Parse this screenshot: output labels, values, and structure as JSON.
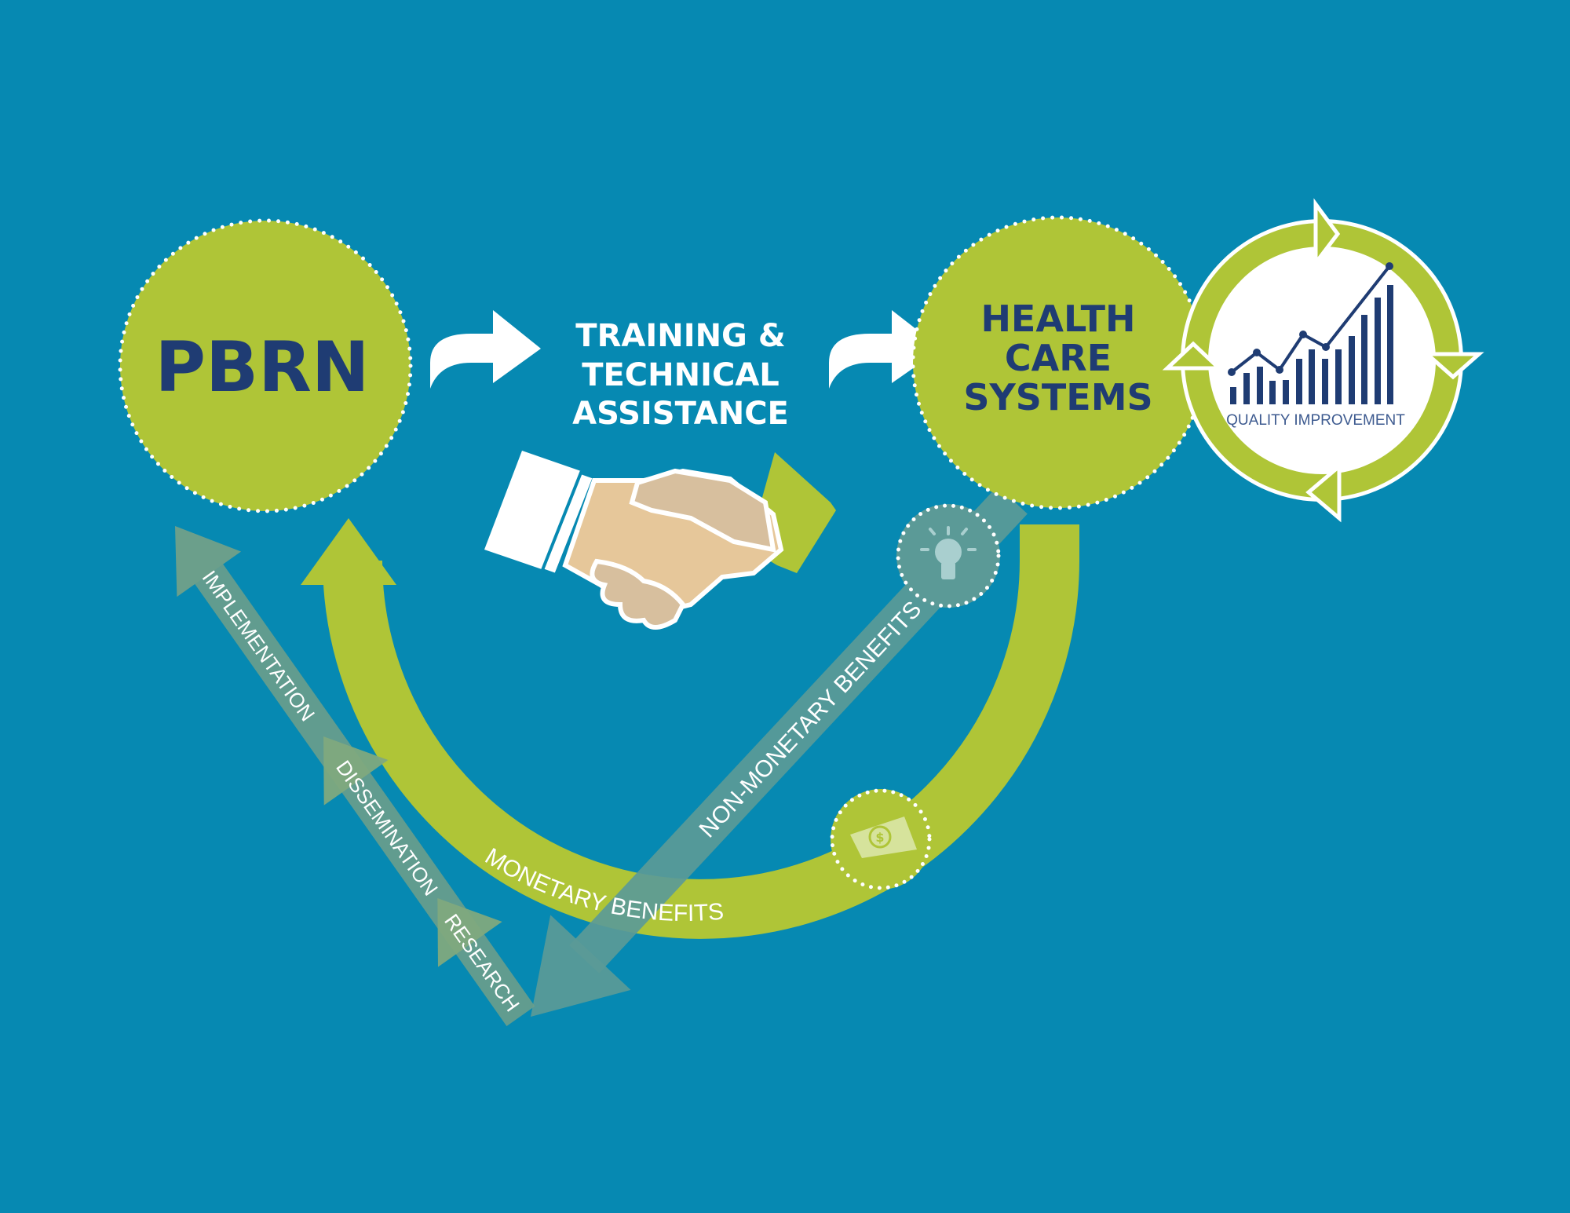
{
  "nodes": {
    "pbrn": "PBRN",
    "training": [
      "TRAINING &",
      "TECHNICAL",
      "ASSISTANCE"
    ],
    "health_care": [
      "HEALTH",
      "CARE",
      "SYSTEMS"
    ],
    "quality_improvement": "QUALITY IMPROVEMENT"
  },
  "flows": {
    "implementation": "IMPLEMENTATION",
    "dissemination": "DISSEMINATION",
    "research": "RESEARCH",
    "non_monetary": "NON-MONETARY BENEFITS",
    "monetary": "MONETARY BENEFITS"
  },
  "colors": {
    "background": "#0689b2",
    "green": "#afc537",
    "navy": "#1f3c73",
    "teal_arrow": "#5b9a97",
    "skin": "#e6c79a"
  }
}
